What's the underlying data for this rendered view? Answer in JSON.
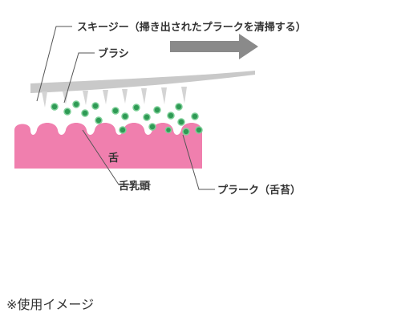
{
  "labels": {
    "squeegee": "スキージー（掃き出されたプラークを清掃する）",
    "brush": "ブラシ",
    "tongue": "舌",
    "papillae": "舌乳頭",
    "plaque": "プラーク（舌苔）"
  },
  "caption": "※使用イメージ",
  "colors": {
    "tongue": "#f07fae",
    "squeegee": "#c9c9c9",
    "arrow": "#8a8a8a",
    "plaque_fill": "#2f9a55",
    "plaque_stroke": "#7dcf97",
    "line": "#555555"
  }
}
